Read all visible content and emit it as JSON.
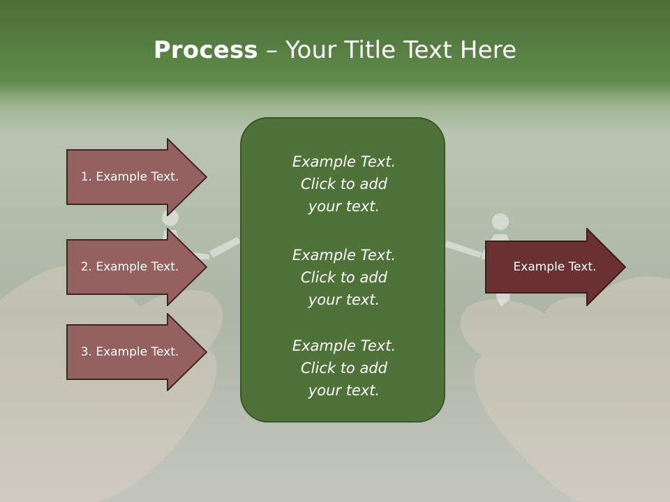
{
  "title": {
    "bold": "Process",
    "rest": " – Your Title Text Here"
  },
  "colors": {
    "header_green": "#5f8a4a",
    "arrow_fill": "#956060",
    "arrow_border": "#3f2424",
    "output_arrow_fill": "#6a3132",
    "center_box_fill": "#4f7238"
  },
  "inputs": [
    {
      "label": "1. Example Text."
    },
    {
      "label": "2. Example Text."
    },
    {
      "label": "3. Example Text."
    }
  ],
  "center": {
    "paragraphs": [
      "Example Text.\nClick  to add\nyour text.",
      "Example Text.\nClick  to add\nyour text.",
      "Example Text.\nClick  to add\nyour text."
    ]
  },
  "output": {
    "label": "Example Text."
  }
}
